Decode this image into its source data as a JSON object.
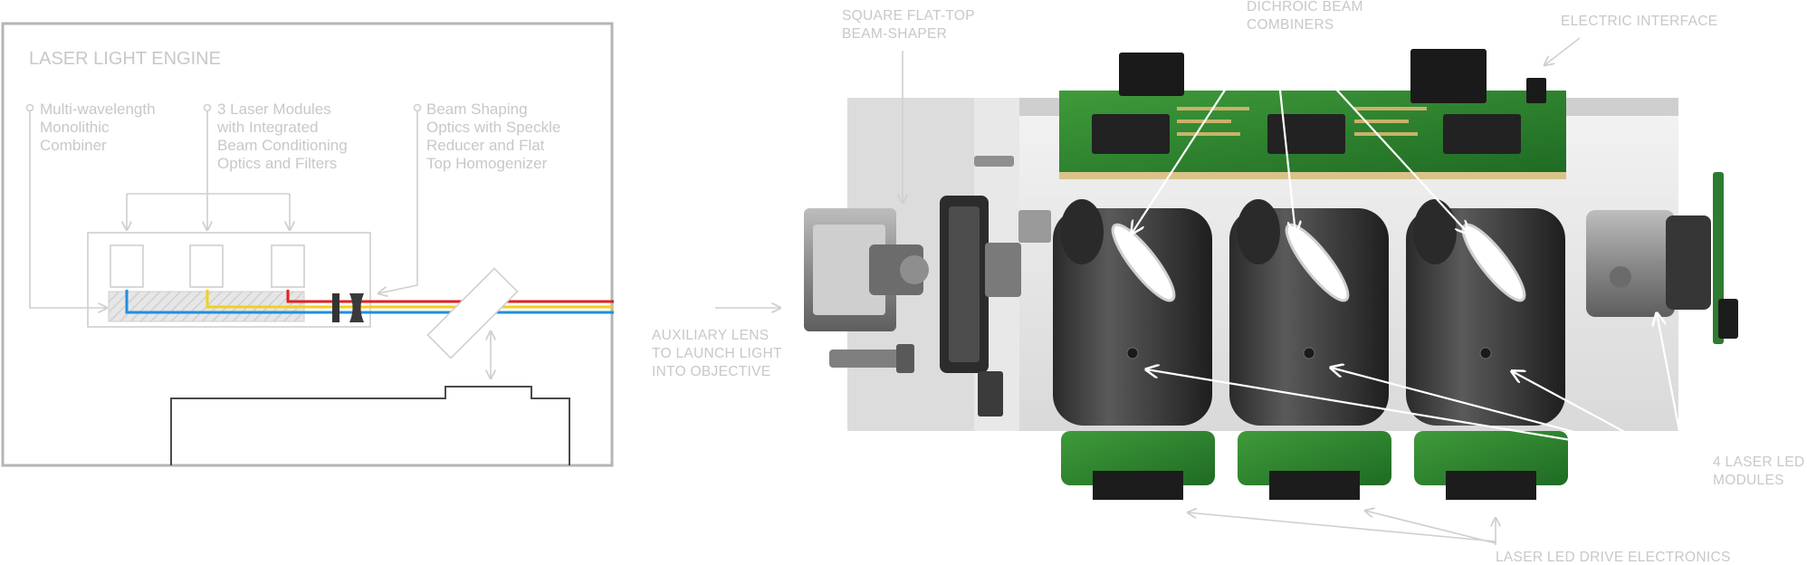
{
  "left_panel": {
    "title": "LASER LIGHT ENGINE",
    "callouts": [
      {
        "lines": [
          "Multi-wavelength",
          "Monolithic",
          "Combiner"
        ]
      },
      {
        "lines": [
          "3 Laser Modules",
          "with Integrated",
          "Beam Conditioning",
          "Optics and Filters"
        ]
      },
      {
        "lines": [
          "Beam Shaping",
          "Optics with Speckle",
          "Reducer and Flat",
          "Top Homogenizer"
        ]
      }
    ],
    "beam_colors": {
      "red": "#e02020",
      "yellow": "#f0d21c",
      "blue": "#1f8fe0"
    }
  },
  "right_panel": {
    "labels": {
      "beam_shaper": [
        "SQUARE FLAT-TOP",
        "BEAM-SHAPER"
      ],
      "combiners": [
        "DICHROIC BEAM",
        "COMBINERS"
      ],
      "electric": [
        "ELECTRIC INTERFACE"
      ],
      "aux_lens": [
        "AUXILIARY LENS",
        "TO LAUNCH LIGHT",
        "INTO OBJECTIVE"
      ],
      "led_modules": [
        "4 LASER LED",
        "MODULES"
      ],
      "drive_electronics": [
        "LASER LED DRIVE ELECTRONICS"
      ]
    }
  }
}
